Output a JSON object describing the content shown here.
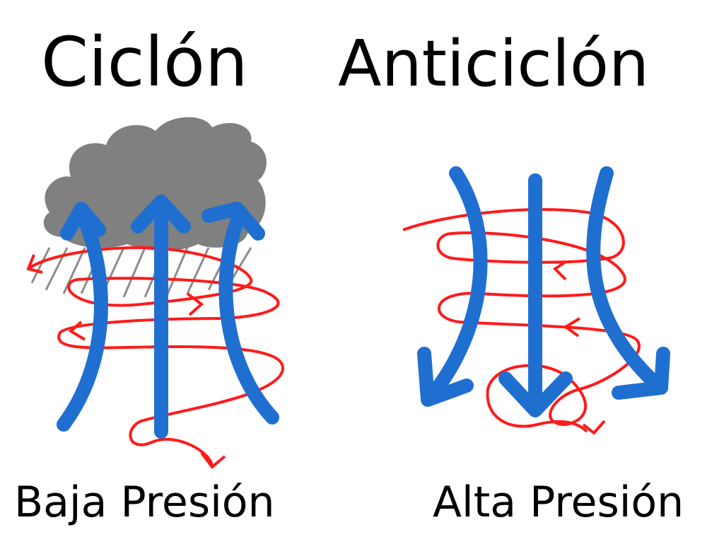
{
  "cyclone": {
    "title": "Ciclón",
    "label": "Baja Presión"
  },
  "anticyclone": {
    "title": "Anticiclón",
    "label": "Alta Presión"
  },
  "colors": {
    "airflow": "#1f6fd1",
    "rotation": "#ff1a1a",
    "cloud": "#808080",
    "rain": "#8c8c8c"
  }
}
